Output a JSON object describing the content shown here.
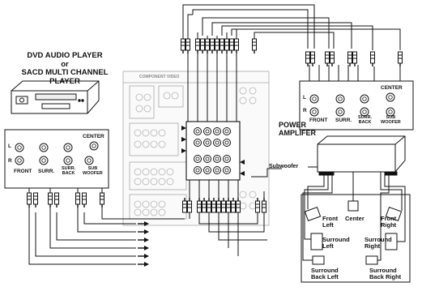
{
  "player": {
    "title_line1": "DVD AUDIO PLAYER",
    "title_line2": "or",
    "title_line3": "SACD MULTI CHANNEL",
    "title_line4": "PLAYER",
    "jack_l": "L",
    "jack_r": "R",
    "front": "FRONT",
    "surr": "SURR.",
    "surr_back": "SURR.\nBACK",
    "sub_woofer": "SUB\nWOOFER",
    "center": "CENTER"
  },
  "amplifier": {
    "title_line1": "POWER",
    "title_line2": "AMPLIFER",
    "jack_l": "L",
    "jack_r": "R",
    "front": "FRONT",
    "surr": "SURR.",
    "surr_back": "SURR.\nBACK",
    "sub_woofer": "SUB\nWOOFER",
    "center": "CENTER",
    "subwoofer_label": "Subwoofer"
  },
  "speakers": {
    "front_left": "Front\nLeft",
    "center": "Center",
    "front_right": "Front\nRight",
    "surround_left": "Surround\nLeft",
    "surround_right": "Surround\nRight",
    "surround_back_left": "Surround\nBack Left",
    "surround_back_right": "Surround\nBack Right"
  },
  "receiver": {
    "component_video_label": "COMPONENT VIDEO"
  },
  "colors": {
    "line": "#111111",
    "faint": "#9a9a9a",
    "light": "#bdbdbd"
  }
}
